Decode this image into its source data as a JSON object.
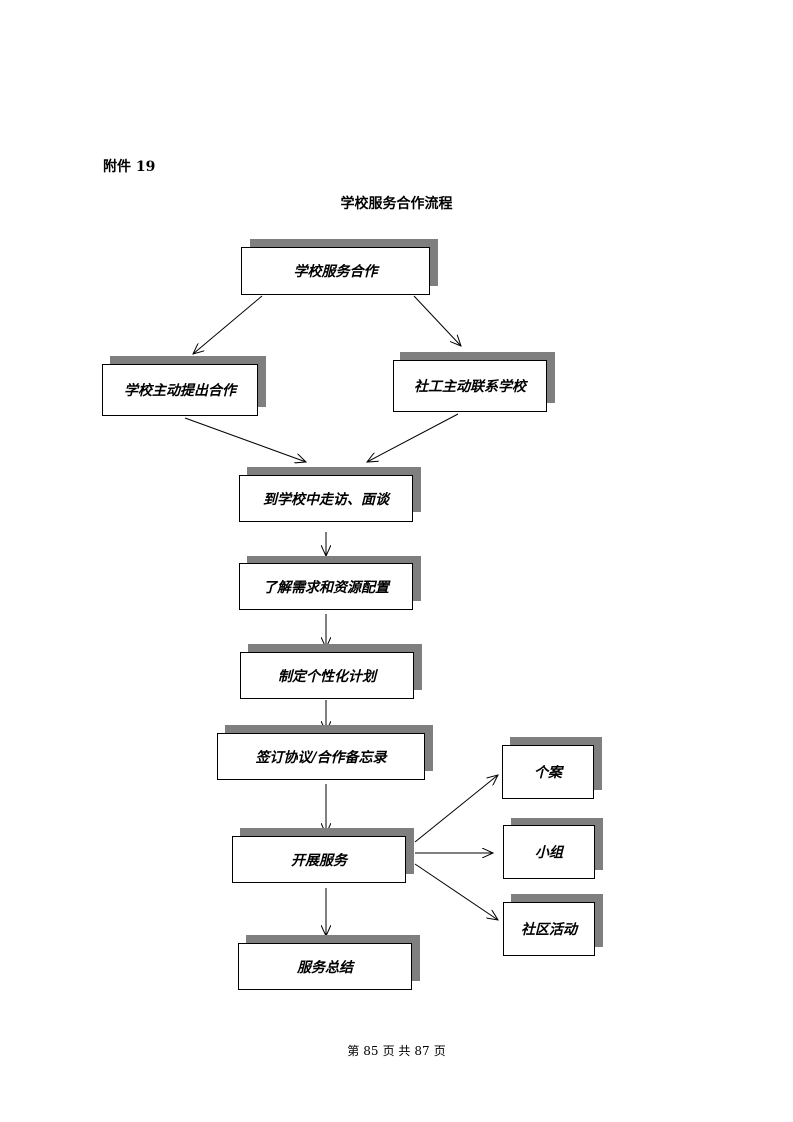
{
  "attachment_label": "附件 19",
  "title": "学校服务合作流程",
  "nodes": {
    "start": "学校服务合作",
    "school_initiates": "学校主动提出合作",
    "social_worker_contacts": "社工主动联系学校",
    "visit": "到学校中走访、面谈",
    "needs": "了解需求和资源配置",
    "plan": "制定个性化计划",
    "agreement": "签订协议/合作备忘录",
    "service": "开展服务",
    "case": "个案",
    "group": "小组",
    "community": "社区活动",
    "summary": "服务总结"
  },
  "footer": {
    "page_prefix": "第",
    "page_number": "85",
    "page_middle": "页 共",
    "page_total": "87",
    "page_suffix": "页"
  }
}
